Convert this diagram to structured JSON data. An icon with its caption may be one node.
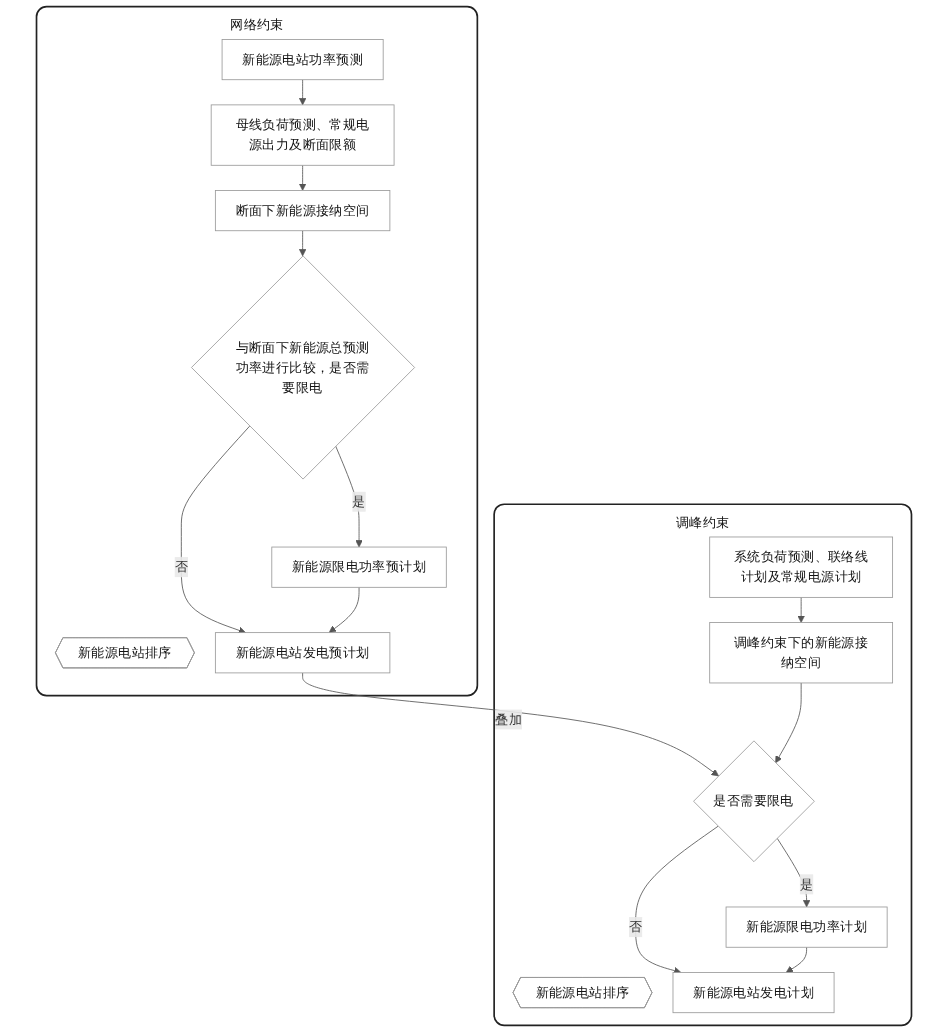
{
  "diagram": {
    "nodes": [
      {
        "text": [
          "网络约束"
        ]
      },
      {
        "text": [
          "新能源电站功率预测"
        ],
        "in": 0
      },
      {
        "text": [
          "母线负荷预测、常规电源出力及断面限额"
        ],
        "in": 0
      },
      {
        "text": [
          "断面下新能源接纳空间"
        ],
        "in": 0
      },
      {
        "text": [
          "与断面下新能源总预测功率进行比较，是否需要限电"
        ],
        "in": 0
      },
      {
        "text": [
          "新能源电站排序"
        ],
        "in": 0
      },
      {
        "text": [
          "新能源限电功率预计划"
        ],
        "in": 0
      },
      {
        "text": [
          "新能源电站发电预计划"
        ],
        "in": 0
      },
      {
        "text": [
          "调峰约束"
        ]
      },
      {
        "text": [
          "系统负荷预测、联络线计划及常规电源计划"
        ],
        "in": 8
      },
      {
        "text": [
          "调峰约束下的新能源接纳空间"
        ],
        "in": 8
      },
      {
        "text": [
          "是否需要限电"
        ],
        "in": 8
      },
      {
        "text": [
          "新能源电站排序"
        ],
        "in": 8
      },
      {
        "text": [
          "新能源限电功率计划"
        ],
        "in": 8
      },
      {
        "text": [
          "新能源电站发电计划"
        ],
        "in": 8
      }
    ],
    "edges": [
      {
        "from": 1,
        "to": 2,
        "arrow": "to"
      },
      {
        "from": 2,
        "to": 3,
        "arrow": "to"
      },
      {
        "from": 3,
        "to": 4,
        "arrow": "to"
      },
      {
        "from": 4,
        "to": 6,
        "arrow": "to",
        "label": "是"
      },
      {
        "from": 4,
        "to": 7,
        "arrow": "to",
        "label": "否"
      },
      {
        "from": 6,
        "to": 7,
        "arrow": "to"
      },
      {
        "from": 7,
        "to": 11,
        "arrow": "to",
        "label": "叠加"
      },
      {
        "from": 9,
        "to": 10,
        "arrow": "to"
      },
      {
        "from": 10,
        "to": 11,
        "arrow": "to"
      },
      {
        "from": 11,
        "to": 13,
        "arrow": "to",
        "label": "是"
      },
      {
        "from": 11,
        "to": 14,
        "arrow": "to",
        "label": "否"
      },
      {
        "from": 13,
        "to": 14,
        "arrow": "to"
      }
    ]
  }
}
